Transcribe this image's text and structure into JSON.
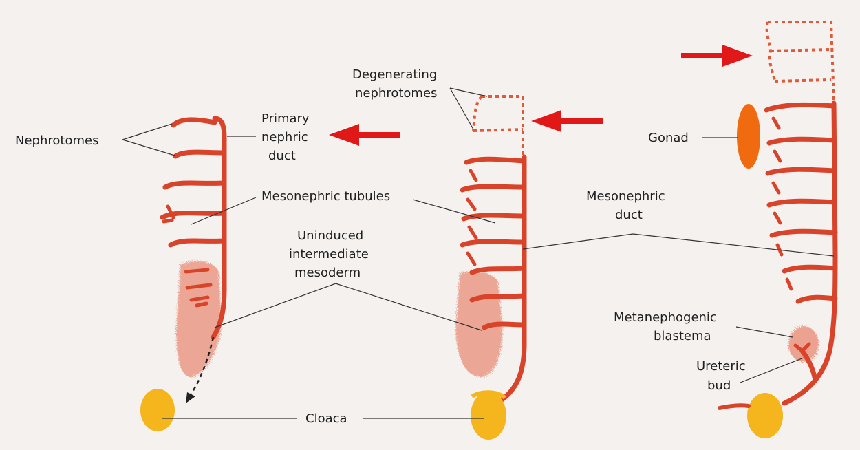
{
  "labels": {
    "nephrotomes": "Nephrotomes",
    "primary_nephric_duct": [
      "Primary",
      "nephric",
      "duct"
    ],
    "degenerating_nephrotomes": [
      "Degenerating",
      "nephrotomes"
    ],
    "mesonephric_tubules": "Mesonephric tubules",
    "uninduced_intermediate_mesoderm": [
      "Uninduced",
      "intermediate",
      "mesoderm"
    ],
    "mesonephric_duct": [
      "Mesonephric",
      "duct"
    ],
    "gonad": "Gonad",
    "metanephogenic_blastema": [
      "Metanephogenic",
      "blastema"
    ],
    "ureteric_bud": [
      "Ureteric",
      "bud"
    ],
    "cloaca": "Cloaca"
  },
  "colors": {
    "duct": "#d9432a",
    "mesoderm": "#eb9a86",
    "cloaca": "#f5b51c",
    "gonad": "#f06a10",
    "arrow": "#e01818"
  }
}
